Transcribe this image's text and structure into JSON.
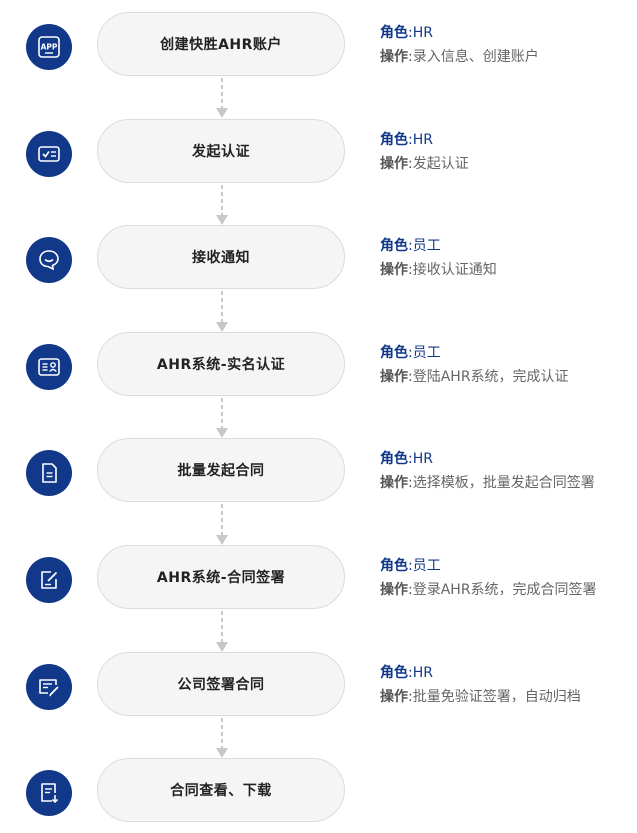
{
  "labels": {
    "role": "角色",
    "operation": "操作",
    "separator": ":"
  },
  "steps": [
    {
      "title": "创建快胜AHR账户",
      "role": "HR",
      "operation": "录入信息、创建账户",
      "icon": "app-icon"
    },
    {
      "title": "发起认证",
      "role": "HR",
      "operation": "发起认证",
      "icon": "checklist-icon"
    },
    {
      "title": "接收通知",
      "role": "员工",
      "operation": "接收认证通知",
      "icon": "chat-bubble-icon"
    },
    {
      "title": "AHR系统-实名认证",
      "role": "员工",
      "operation": "登陆AHR系统，完成认证",
      "icon": "id-card-icon"
    },
    {
      "title": "批量发起合同",
      "role": "HR",
      "operation": "选择模板，批量发起合同签署",
      "icon": "document-icon"
    },
    {
      "title": "AHR系统-合同签署",
      "role": "员工",
      "operation": "登录AHR系统，完成合同签署",
      "icon": "edit-document-icon"
    },
    {
      "title": "公司签署合同",
      "role": "HR",
      "operation": "批量免验证签署，自动归档",
      "icon": "sign-card-icon"
    },
    {
      "title": "合同查看、下载",
      "icon": "download-document-icon"
    }
  ],
  "colors": {
    "accent": "#12388a",
    "pill_bg": "#f5f5f5",
    "connector": "#c8c8c8"
  }
}
